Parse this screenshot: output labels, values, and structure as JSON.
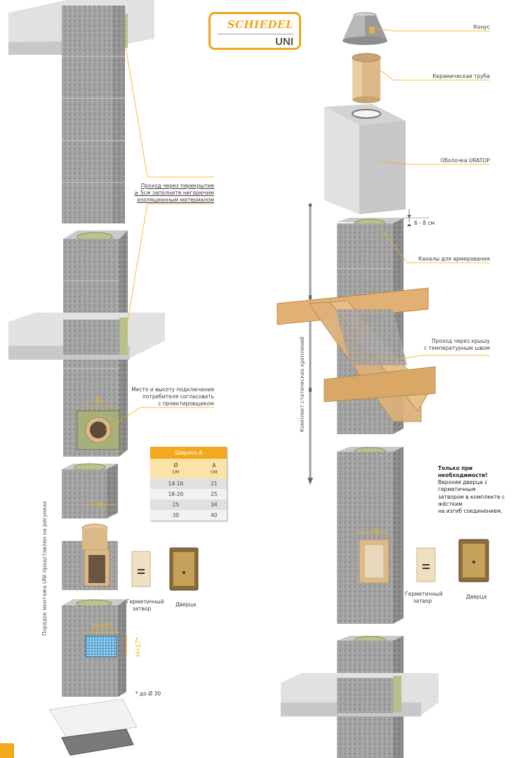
{
  "logo": {
    "brand": "SCHIEDEL",
    "model": "UNI"
  },
  "labels": {
    "cone": "Конус",
    "ceramic_pipe": "Керамическая труба",
    "shell": "Оболочка URATOP",
    "gap": "6 - 8 см",
    "reinforcement": "Каналы для армирования",
    "roof_line1": "Проход через крышу",
    "roof_line2": "с температурным швом",
    "floor_line1": "Проход через перекрытие",
    "floor_line2": "≥ 5см заполните негорючим",
    "floor_line3": "изоляционным материалом",
    "connect_line1": "Место и высоту подключения",
    "connect_line2": "потребителя согласовать",
    "connect_line3": "с проектировщиком",
    "kit_vertical": "Комплект статических креплений",
    "order_vertical": "Порядок монтажа UNI представлен на рисунках",
    "only_title1": "Только при",
    "only_title2": "необходимости!",
    "only_text1": "Верхняя дверца с герметичным",
    "only_text2": "затвором в комплекте с жёстким",
    "only_text3": "на изгиб соединением.",
    "seal_left1": "Герметичный",
    "seal_left2": "затвор",
    "door_left": "Дверца",
    "seal_right1": "Герметичный",
    "seal_right2": "затвор",
    "door_right": "Дверца",
    "footnote": "* до Ø 30",
    "dim_a1": "A",
    "dim_a2": "A",
    "dim_a3": "A",
    "dim_b": "B=21*",
    "dim_h": "H=17*"
  },
  "width_table": {
    "title": "Ширина А",
    "col1_line1": "Ø",
    "col1_line2": "см",
    "col2_line1": "A",
    "col2_line2": "см",
    "rows": [
      [
        "14-16",
        "21"
      ],
      [
        "18-20",
        "25"
      ],
      [
        "25",
        "34"
      ],
      [
        "30",
        "40"
      ]
    ]
  },
  "colors": {
    "accent": "#f3a81e",
    "leader": "#f0b400",
    "stone": "#9a9a9a",
    "concrete": "#dedede",
    "wood": "#e2b073",
    "ceramic": "#dcb988",
    "insulation": "#b9c38a"
  }
}
